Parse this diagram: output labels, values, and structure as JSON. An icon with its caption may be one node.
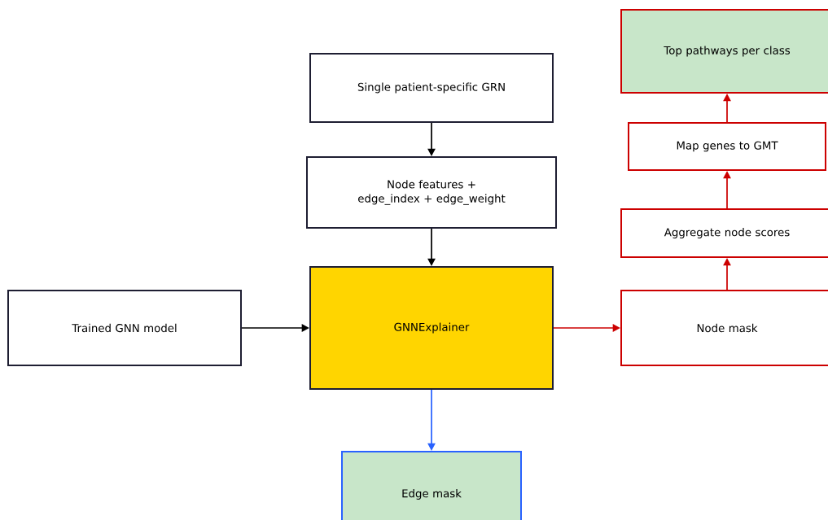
{
  "diagram": {
    "nodes": [
      {
        "text": [
          "Single patient-specific GRN"
        ]
      },
      {
        "text": [
          "Node features + edge_index + edge_weight"
        ]
      },
      {
        "text": [
          "Trained GNN model"
        ]
      },
      {
        "text": [
          "GNNExplainer"
        ]
      },
      {
        "text": [
          "Edge mask"
        ]
      },
      {
        "text": [
          "Node mask"
        ]
      },
      {
        "text": [
          "Aggregate node scores"
        ]
      },
      {
        "text": [
          "Map genes to GMT"
        ]
      },
      {
        "text": [
          "Top pathways per class"
        ]
      }
    ],
    "edges": [
      {
        "from": 0,
        "to": 1,
        "arrow": "to",
        "color": "#000000"
      },
      {
        "from": 1,
        "to": 3,
        "arrow": "to",
        "color": "#000000"
      },
      {
        "from": 2,
        "to": 3,
        "arrow": "to",
        "color": "#000000"
      },
      {
        "from": 3,
        "to": 4,
        "arrow": "to",
        "color": "#2962ff"
      },
      {
        "from": 3,
        "to": 5,
        "arrow": "to",
        "color": "#cc0000"
      },
      {
        "from": 5,
        "to": 6,
        "arrow": "to",
        "color": "#cc0000"
      },
      {
        "from": 6,
        "to": 7,
        "arrow": "to",
        "color": "#cc0000"
      },
      {
        "from": 7,
        "to": 8,
        "arrow": "to",
        "color": "#cc0000"
      }
    ]
  }
}
